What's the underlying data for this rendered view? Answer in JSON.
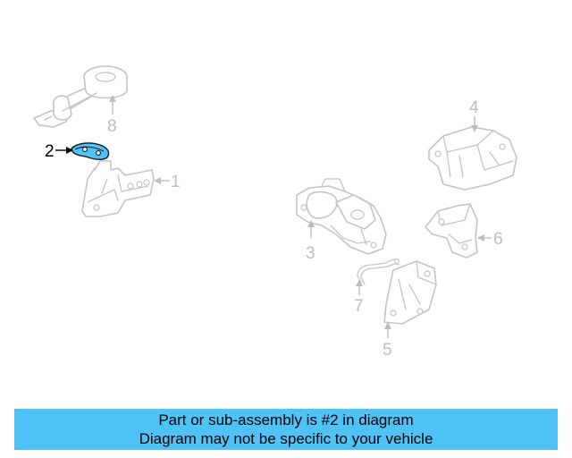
{
  "diagram": {
    "callouts": [
      "1",
      "2",
      "3",
      "4",
      "5",
      "6",
      "7",
      "8"
    ],
    "highlighted_callout": "2",
    "highlight_color": "#4fc3f7"
  },
  "banner": {
    "line1": "Part or sub-assembly is #2 in diagram",
    "line2": "Diagram may not be specific to your vehicle",
    "background": "#4fc3f7"
  }
}
